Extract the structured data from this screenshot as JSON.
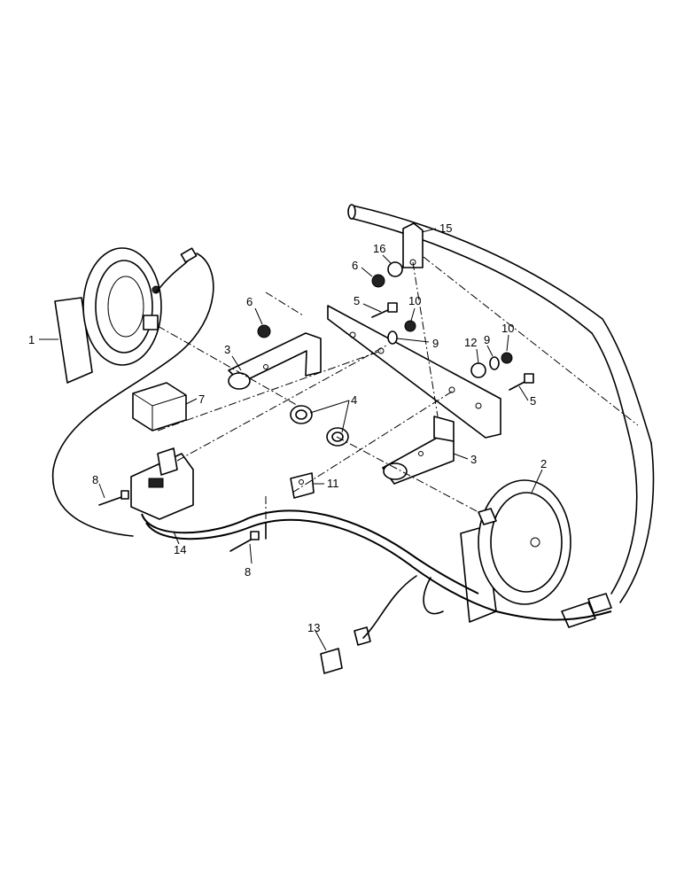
{
  "callouts": {
    "c1": "1",
    "c2": "2",
    "c3a": "3",
    "c3b": "3",
    "c4": "4",
    "c5a": "5",
    "c5b": "5",
    "c6a": "6",
    "c6b": "6",
    "c7": "7",
    "c8a": "8",
    "c8b": "8",
    "c9a": "9",
    "c9b": "9",
    "c10a": "10",
    "c10b": "10",
    "c11": "11",
    "c12": "12",
    "c13": "13",
    "c14": "14",
    "c15": "15",
    "c16": "16"
  }
}
